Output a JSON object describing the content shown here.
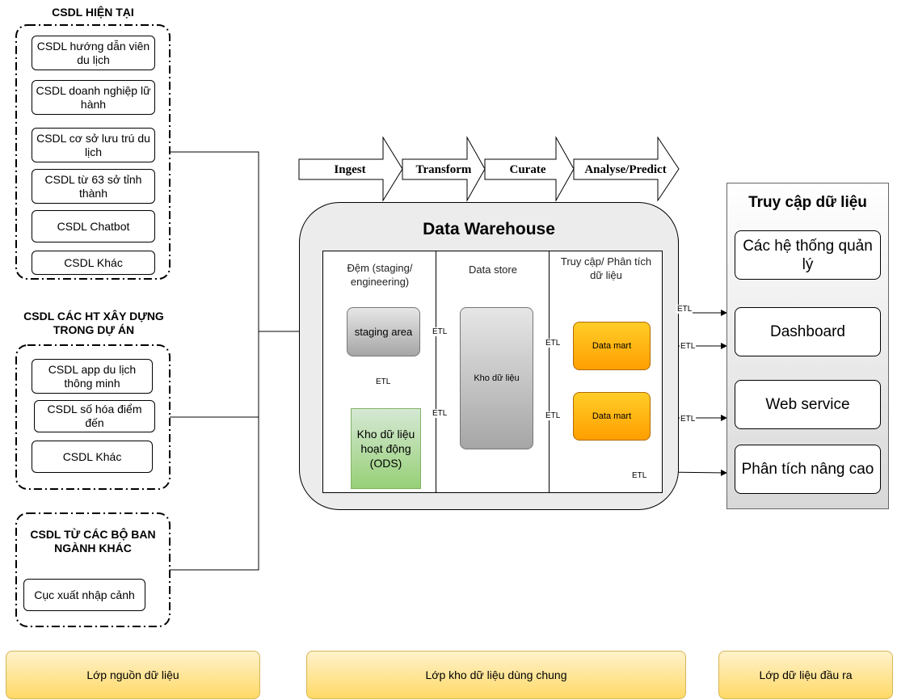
{
  "sources": {
    "current": {
      "title": "CSDL  HIỆN TẠI",
      "items": [
        "CSDL hướng dẫn viên du lịch",
        "CSDL doanh nghiệp lữ hành",
        "CSDL cơ sở lưu trú du lịch",
        "CSDL từ 63 sở tỉnh thành",
        "CSDL Chatbot",
        "CSDL Khác"
      ]
    },
    "project": {
      "title": "CSDL  CÁC HT XÂY DỰNG TRONG DỰ ÁN",
      "items": [
        "CSDL app du lịch thông minh",
        "CSDL số hóa điểm đến",
        "CSDL Khác"
      ]
    },
    "other": {
      "title": "CSDL  TỪ CÁC BỘ BAN NGÀNH KHÁC",
      "items": [
        "Cục xuất nhập cảnh"
      ]
    }
  },
  "pipeline": [
    "Ingest",
    "Transform",
    "Curate",
    "Analyse/Predict"
  ],
  "warehouse": {
    "title": "Data Warehouse",
    "col_staging": "Đệm (staging/ engineering)",
    "col_store": "Data store",
    "col_access": "Truy cập/  Phân tích dữ liệu",
    "staging_area": "staging area",
    "ods": "Kho dữ liệu hoạt động (ODS)",
    "store": "Kho dữ liệu",
    "mart1": "Data mart",
    "mart2": "Data mart"
  },
  "edge_label": "ETL",
  "access": {
    "title": "Truy cập dữ liệu",
    "items": [
      "Các hệ thống quản lý",
      "Dashboard",
      "Web service",
      "Phân tích nâng cao"
    ]
  },
  "lanes": [
    "Lớp nguồn dữ liệu",
    "Lớp kho dữ liệu dùng chung",
    "Lớp dữ liệu đầu ra"
  ],
  "colors": {
    "mart": "#ffb000",
    "ods": "#b9e0a5",
    "lane": "#ffe699",
    "panel": "#e0e0e0"
  }
}
